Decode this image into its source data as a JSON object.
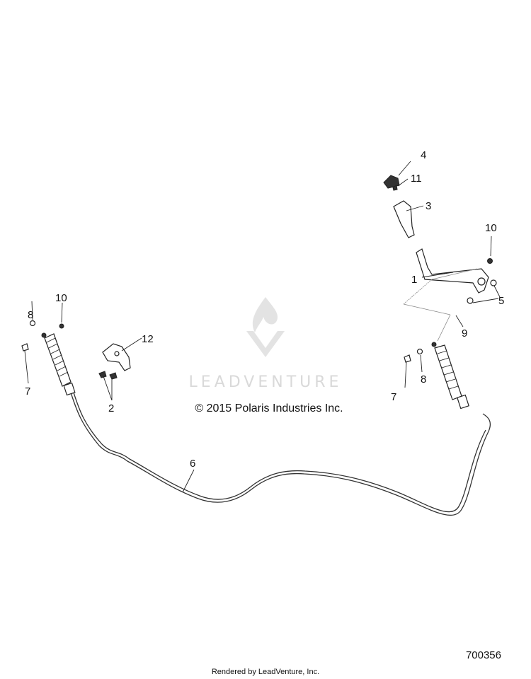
{
  "diagram": {
    "copyright": "© 2015 Polaris Industries Inc.",
    "watermark": "LEADVENTURE",
    "part_number": "700356",
    "rendered_by": "Rendered by LeadVenture, Inc.",
    "callouts": {
      "c1": "1",
      "c2": "2",
      "c3": "3",
      "c4": "4",
      "c5": "5",
      "c6": "6",
      "c7_left": "7",
      "c7_right": "7",
      "c8_left": "8",
      "c8_right": "8",
      "c9": "9",
      "c10_left": "10",
      "c10_right": "10",
      "c11": "11",
      "c12": "12"
    }
  }
}
